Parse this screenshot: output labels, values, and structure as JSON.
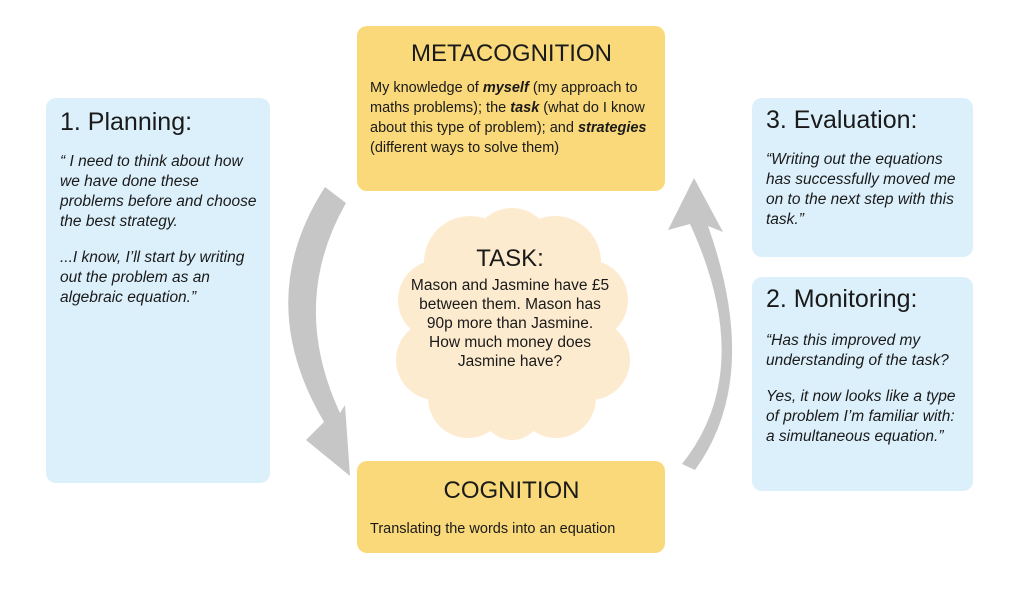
{
  "colors": {
    "side_box": "#dcf0fb",
    "center_box": "#fad97a",
    "task_cloud": "#fdebcf",
    "arrow": "#c6c6c6"
  },
  "metacognition": {
    "title": "METACOGNITION",
    "t1": "My knowledge of ",
    "b1": "myself",
    "t2": " (my approach to maths problems); the ",
    "b2": "task",
    "t3": " (what do I know about this type of problem); and ",
    "b3": "strategies",
    "t4": " (different ways to solve them)"
  },
  "cognition": {
    "title": "COGNITION",
    "text": "Translating the words into an equation"
  },
  "task": {
    "title": "TASK:",
    "text": "Mason and Jasmine have £5 between them. Mason has 90p more than Jasmine. How much money does Jasmine have?"
  },
  "planning": {
    "title": "1. Planning:",
    "p1": "“ I need to think about how we have done these problems before and choose the best strategy.",
    "p2": "...I know, I’ll start by writing out the problem as an algebraic equation.”"
  },
  "evaluation": {
    "title": "3. Evaluation:",
    "p1": "“Writing out the equations has successfully moved me on to the next step with this task.”"
  },
  "monitoring": {
    "title": "2. Monitoring:",
    "p1": "“Has this improved my understanding of the task?",
    "p2": "Yes, it now looks like a type of problem I’m familiar with: a simultaneous equation.”"
  }
}
